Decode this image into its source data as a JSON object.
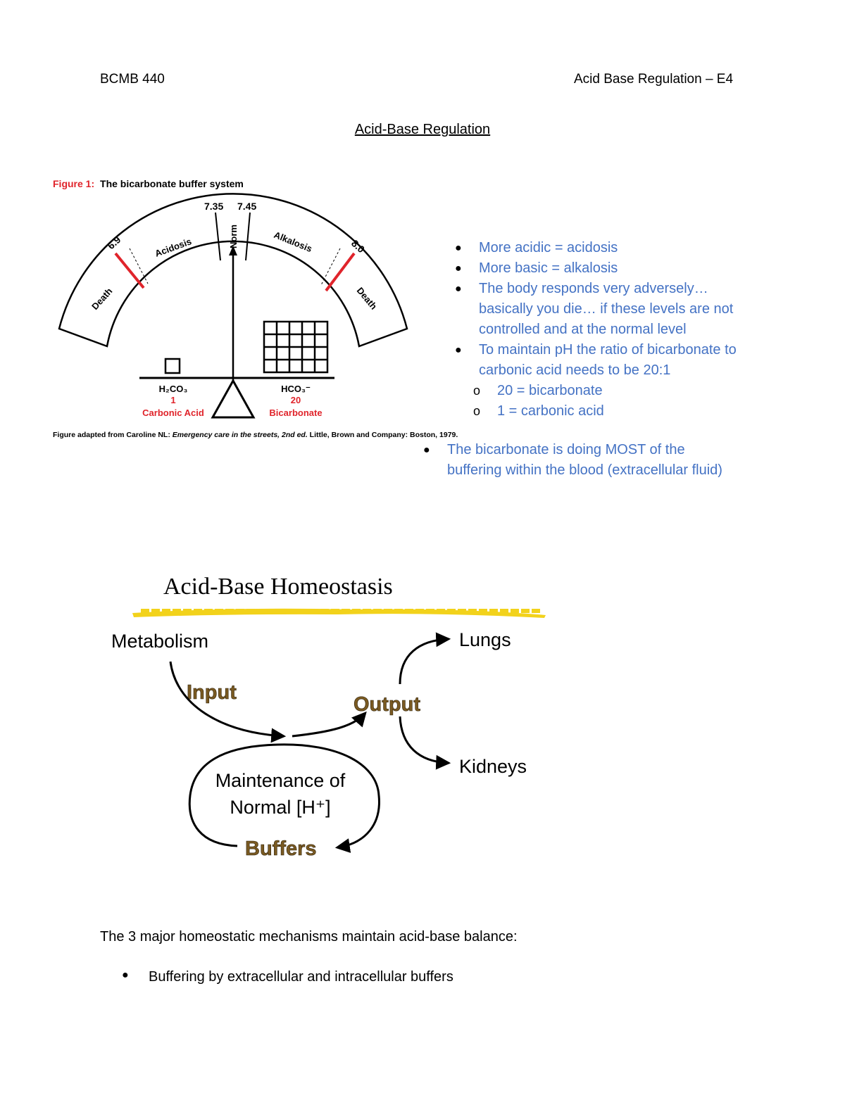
{
  "header": {
    "left": "BCMB 440",
    "right": "Acid Base Regulation – E4"
  },
  "title": "Acid-Base Regulation",
  "figure1": {
    "caption_label": "Figure 1:",
    "caption_text": "The bicarbonate buffer system",
    "ph_low": "7.35",
    "ph_high": "7.45",
    "ph_left_limit": "6.9",
    "ph_right_limit": "8.0",
    "zones": {
      "death_left": "Death",
      "acidosis": "Acidosis",
      "norm": "Norm",
      "alkalosis": "Alkalosis",
      "death_right": "Death"
    },
    "left_formula": "H₂CO₃",
    "left_value": "1",
    "left_name": "Carbonic Acid",
    "right_formula": "HCO₃⁻",
    "right_value": "20",
    "right_name": "Bicarbonate",
    "source_prefix": "Figure adapted from Caroline NL: ",
    "source_italic": "Emergency care in the streets, 2nd ed.",
    "source_suffix": " Little, Brown and Company: Boston, 1979.",
    "accent_color": "#e0242b"
  },
  "notes": {
    "bullets": [
      "More acidic = acidosis",
      "More basic = alkalosis",
      "The body responds very adversely… basically you die… if these levels are not controlled and at the normal level",
      "To maintain pH the ratio of bicarbonate to carbonic acid needs to be 20:1"
    ],
    "sub_bullets": [
      "20 = bicarbonate",
      "1 = carbonic acid"
    ],
    "extra_bullet": "The bicarbonate is doing MOST of the buffering within the blood (extracellular fluid)",
    "text_color": "#4472c4"
  },
  "homeostasis": {
    "title": "Acid-Base Homeostasis",
    "metabolism": "Metabolism",
    "input": "Input",
    "output": "Output",
    "lungs": "Lungs",
    "kidneys": "Kidneys",
    "maintenance_line1": "Maintenance of",
    "maintenance_line2": "Normal [H⁺]",
    "buffers": "Buffers",
    "highlight_color": "#f2d21b",
    "label_color": "#7a5a22"
  },
  "summary": "The 3 major homeostatic mechanisms maintain acid-base balance:",
  "summary_bullets": [
    "Buffering by extracellular and intracellular buffers"
  ]
}
